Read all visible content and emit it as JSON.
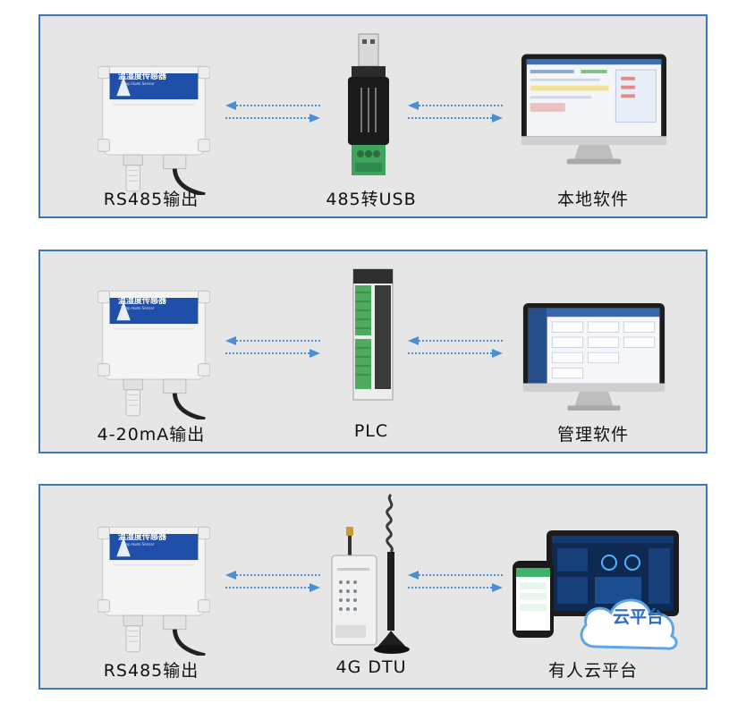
{
  "sensor_badge_text": "温湿度传感器",
  "sensor_badge_sub": "Temp Humi Sensor",
  "rows": [
    {
      "left_label": "RS485输出",
      "middle_label": "485转USB",
      "right_label": "本地软件",
      "middle_icon": "usb-converter-icon",
      "right_icon": "desktop-monitor-icon"
    },
    {
      "left_label": "4-20mA输出",
      "middle_label": "PLC",
      "right_label": "管理软件",
      "middle_icon": "plc-module-icon",
      "right_icon": "desktop-monitor-icon"
    },
    {
      "left_label": "RS485输出",
      "middle_label": "4G DTU",
      "right_label": "有人云平台",
      "middle_icon": "dtu-antenna-icon",
      "right_icon": "cloud-platform-icon"
    }
  ],
  "cloud_text": "云平台",
  "colors": {
    "panel_border": "#3b78b8",
    "panel_bg": "#e6e6e6",
    "arrow": "#4a8fd6",
    "sensor_badge": "#1f4fa8"
  }
}
